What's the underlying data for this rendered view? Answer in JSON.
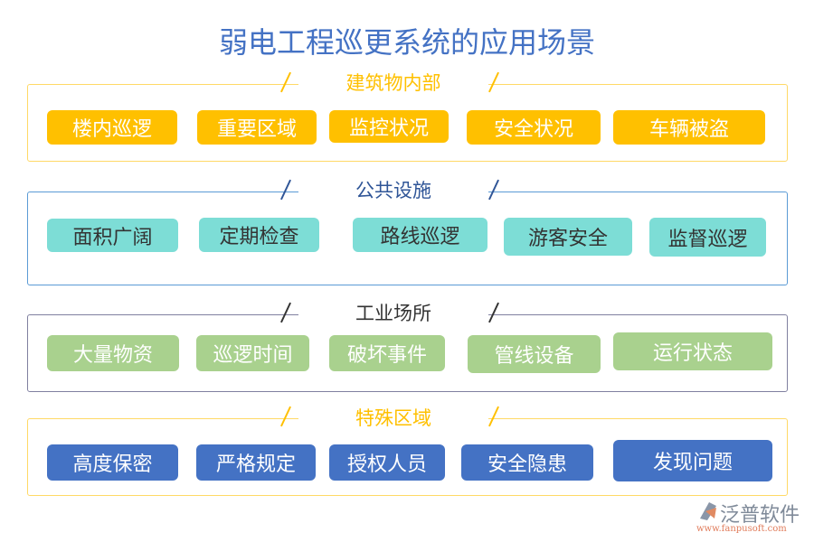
{
  "title": "弱电工程巡更系统的应用场景",
  "sections": [
    {
      "title": "建筑物内部",
      "color": "#FFC000",
      "items": [
        "楼内巡逻",
        "重要区域",
        "监控状况",
        "安全状况",
        "车辆被盗"
      ]
    },
    {
      "title": "公共设施",
      "color": "#7DDDD6",
      "items": [
        "面积广阔",
        "定期检查",
        "路线巡逻",
        "游客安全",
        "监督巡逻"
      ]
    },
    {
      "title": "工业场所",
      "color": "#A9D18E",
      "items": [
        "大量物资",
        "巡逻时间",
        "破坏事件",
        "管线设备",
        "运行状态"
      ]
    },
    {
      "title": "特殊区域",
      "color": "#4472C4",
      "items": [
        "高度保密",
        "严格规定",
        "授权人员",
        "安全隐患",
        "发现问题"
      ]
    }
  ],
  "logo": {
    "name": "泛普软件",
    "url": "www.fanpusoft.com"
  }
}
